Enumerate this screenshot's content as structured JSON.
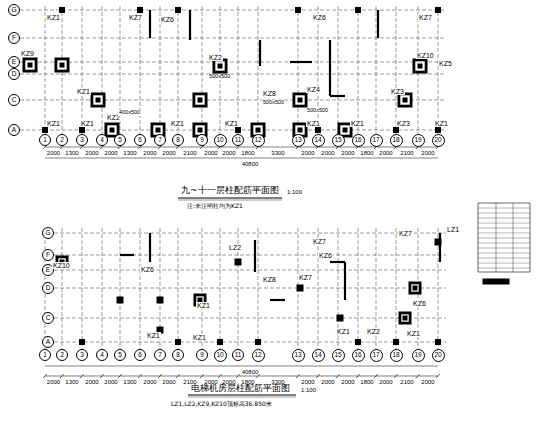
{
  "diagram": {
    "nodes": [
      {
        "text": [
          "G"
        ]
      },
      {
        "text": [
          "F"
        ]
      },
      {
        "text": [
          "E"
        ]
      },
      {
        "text": [
          "D"
        ]
      },
      {
        "text": [
          "C"
        ]
      },
      {
        "text": [
          "A"
        ]
      },
      {
        "text": [
          "1"
        ]
      },
      {
        "text": [
          "2"
        ]
      },
      {
        "text": [
          "3"
        ]
      },
      {
        "text": [
          "4"
        ]
      },
      {
        "text": [
          "5"
        ]
      },
      {
        "text": [
          "6"
        ]
      },
      {
        "text": [
          "7"
        ]
      },
      {
        "text": [
          "8"
        ]
      },
      {
        "text": [
          "9"
        ]
      },
      {
        "text": [
          "10"
        ]
      },
      {
        "text": [
          "11"
        ]
      },
      {
        "text": [
          "12"
        ]
      },
      {
        "text": [
          "13"
        ]
      },
      {
        "text": [
          "14"
        ]
      },
      {
        "text": [
          "15"
        ]
      },
      {
        "text": [
          "16"
        ]
      },
      {
        "text": [
          "17"
        ]
      },
      {
        "text": [
          "18"
        ]
      },
      {
        "text": [
          "19"
        ]
      },
      {
        "text": [
          "20"
        ]
      },
      {
        "text": [
          "G"
        ]
      },
      {
        "text": [
          "F"
        ]
      },
      {
        "text": [
          "E"
        ]
      },
      {
        "text": [
          "D"
        ]
      },
      {
        "text": [
          "C"
        ]
      },
      {
        "text": [
          "A"
        ]
      },
      {
        "text": [
          "1"
        ]
      },
      {
        "text": [
          "2"
        ]
      },
      {
        "text": [
          "3"
        ]
      },
      {
        "text": [
          "4"
        ]
      },
      {
        "text": [
          "5"
        ]
      },
      {
        "text": [
          "6"
        ]
      },
      {
        "text": [
          "7"
        ]
      },
      {
        "text": [
          "8"
        ]
      },
      {
        "text": [
          "9"
        ]
      },
      {
        "text": [
          "10"
        ]
      },
      {
        "text": [
          "11"
        ]
      },
      {
        "text": [
          "12"
        ]
      },
      {
        "text": [
          "13"
        ]
      },
      {
        "text": [
          "14"
        ]
      },
      {
        "text": [
          "15"
        ]
      },
      {
        "text": [
          "16"
        ]
      },
      {
        "text": [
          "17"
        ]
      },
      {
        "text": [
          "18"
        ]
      },
      {
        "text": [
          "19"
        ]
      },
      {
        "text": [
          "20"
        ]
      }
    ],
    "labels": [
      "KZ1",
      "KZ7",
      "KZ6",
      "KZ6",
      "KZ7",
      "KZ9",
      "KZ2",
      "KZ10",
      "KZ5",
      "KZ1",
      "KZ8",
      "KZ4",
      "KZ3",
      "KZ1",
      "KZ1",
      "KZ2",
      "KZ1",
      "KZ1",
      "KZ1",
      "KZ1",
      "KZ3",
      "KZ1",
      "500x500",
      "500x500",
      "400x500",
      "500x500",
      "2000",
      "1300",
      "2000",
      "2000",
      "1300",
      "2000",
      "2000",
      "2100",
      "2000",
      "2000",
      "1800",
      "3300",
      "2000",
      "2000",
      "2000",
      "1800",
      "2000",
      "2100",
      "2000",
      "40800",
      "九~十一层柱配筋平面图",
      "1:100",
      "注:未注明柱均为KZ1",
      "KZ10",
      "KZ6",
      "KZ1",
      "LZ2",
      "KZ8",
      "KZ7",
      "KZ7",
      "KZ6",
      "KZ7",
      "LZ1",
      "KZ6",
      "KZ1",
      "KZ1",
      "KZ1",
      "KZ2",
      "KZ1",
      "2000",
      "1300",
      "2000",
      "2000",
      "1300",
      "2000",
      "2000",
      "2100",
      "2000",
      "2000",
      "1800",
      "3300",
      "2000",
      "2000",
      "2000",
      "1800",
      "2000",
      "2100",
      "2000",
      "40800",
      "电梯机房层柱配筋平面图",
      "1:100",
      "LZ1,LZ2,KZ9,KZ10顶标高36.850米"
    ]
  }
}
